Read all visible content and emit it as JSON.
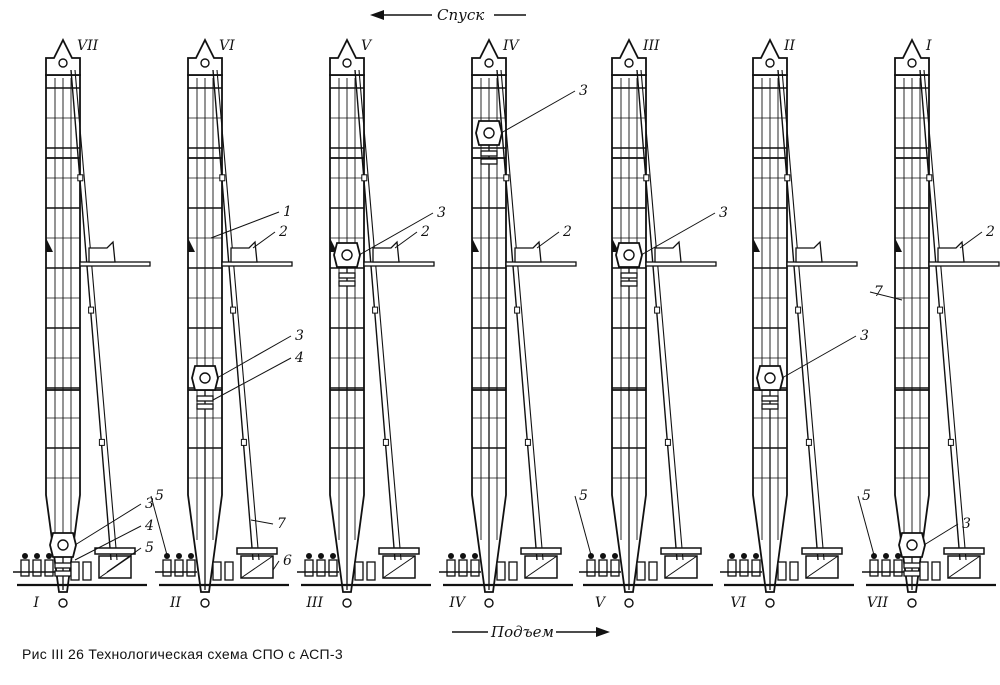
{
  "directions": {
    "top": "Спуск",
    "bottom": "Подъем"
  },
  "caption": "Рис III 26 Технологическая схема СПО с АСП-3",
  "stages": [
    {
      "top_roman": "VII",
      "bottom_roman": "I",
      "callouts": [
        {
          "text": "3",
          "target": "elevator"
        },
        {
          "text": "4",
          "target": "spider"
        },
        {
          "text": "5",
          "target": "slips"
        }
      ]
    },
    {
      "top_roman": "VI",
      "bottom_roman": "II",
      "callouts": [
        {
          "text": "1",
          "target": "finger-board"
        },
        {
          "text": "2",
          "target": "platform-mechanism"
        },
        {
          "text": "3",
          "target": "elevator"
        },
        {
          "text": "4",
          "target": "spider"
        },
        {
          "text": "5",
          "target": "slips"
        },
        {
          "text": "6",
          "target": "carriage"
        },
        {
          "text": "7",
          "target": "pipe-stand"
        }
      ]
    },
    {
      "top_roman": "V",
      "bottom_roman": "III",
      "callouts": [
        {
          "text": "3",
          "target": "elevator"
        },
        {
          "text": "2",
          "target": "platform-mechanism"
        }
      ]
    },
    {
      "top_roman": "IV",
      "bottom_roman": "IV",
      "callouts": [
        {
          "text": "3",
          "target": "elevator"
        },
        {
          "text": "2",
          "target": "platform-mechanism"
        }
      ]
    },
    {
      "top_roman": "III",
      "bottom_roman": "V",
      "callouts": [
        {
          "text": "3",
          "target": "elevator"
        },
        {
          "text": "5",
          "target": "slips"
        }
      ]
    },
    {
      "top_roman": "II",
      "bottom_roman": "VI",
      "callouts": [
        {
          "text": "3",
          "target": "elevator"
        }
      ]
    },
    {
      "top_roman": "I",
      "bottom_roman": "VII",
      "callouts": [
        {
          "text": "2",
          "target": "platform-mechanism"
        },
        {
          "text": "7",
          "target": "pipe-stand"
        },
        {
          "text": "5",
          "target": "slips"
        },
        {
          "text": "3",
          "target": "elevator"
        }
      ]
    }
  ]
}
